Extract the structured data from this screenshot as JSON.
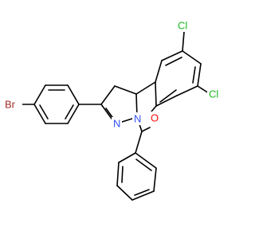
{
  "structure": {
    "atoms": [
      {
        "symbol": "Br",
        "color": "#a52a2a"
      },
      {
        "symbol": "N",
        "color": "#3050f8"
      },
      {
        "symbol": "N",
        "color": "#3050f8"
      },
      {
        "symbol": "O",
        "color": "#ff0d0d"
      },
      {
        "symbol": "Cl",
        "color": "#1fb81f"
      },
      {
        "symbol": "Cl",
        "color": "#1fb81f"
      }
    ],
    "bond_color": "#000000",
    "background": "#ffffff"
  }
}
